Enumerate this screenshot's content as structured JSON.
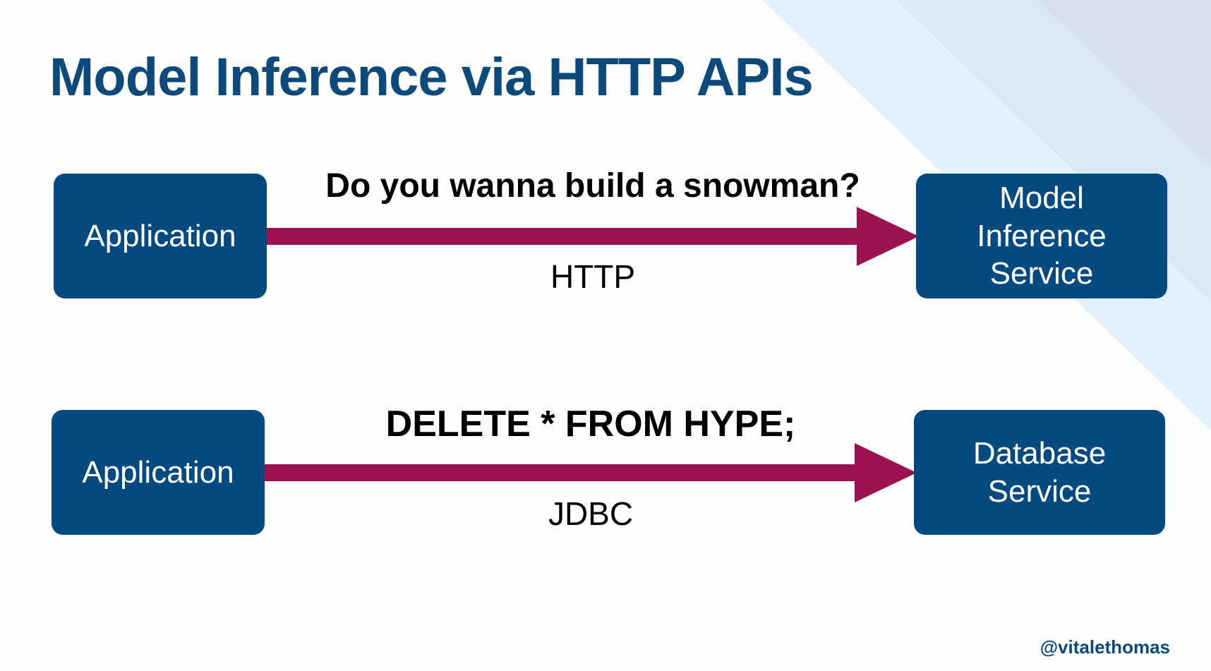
{
  "slide": {
    "title": "Model Inference via HTTP APIs",
    "handle": "@vitalethomas"
  },
  "diagram": {
    "rows": [
      {
        "source_label": "Application",
        "target_label": "Model\nInference\nService",
        "message": "Do you wanna build a snowman?",
        "protocol": "HTTP"
      },
      {
        "source_label": "Application",
        "target_label": "Database\nService",
        "message": "DELETE * FROM HYPE;",
        "protocol": "JDBC"
      }
    ]
  },
  "colors": {
    "box": "#024a80",
    "arrow": "#9b1152",
    "title": "#0c4a7b",
    "text": "#000000"
  }
}
